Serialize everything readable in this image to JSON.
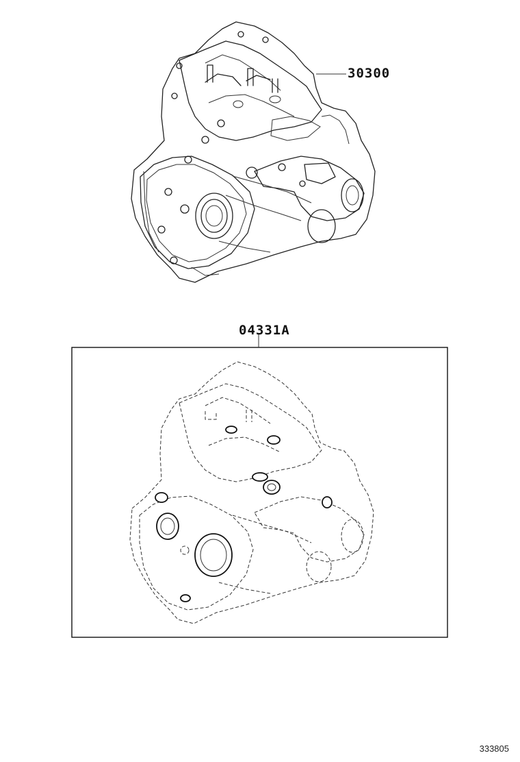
{
  "callouts": {
    "transaxle_assy": "30300",
    "overhaul_kit": "04331A"
  },
  "diagram_id": "333805"
}
